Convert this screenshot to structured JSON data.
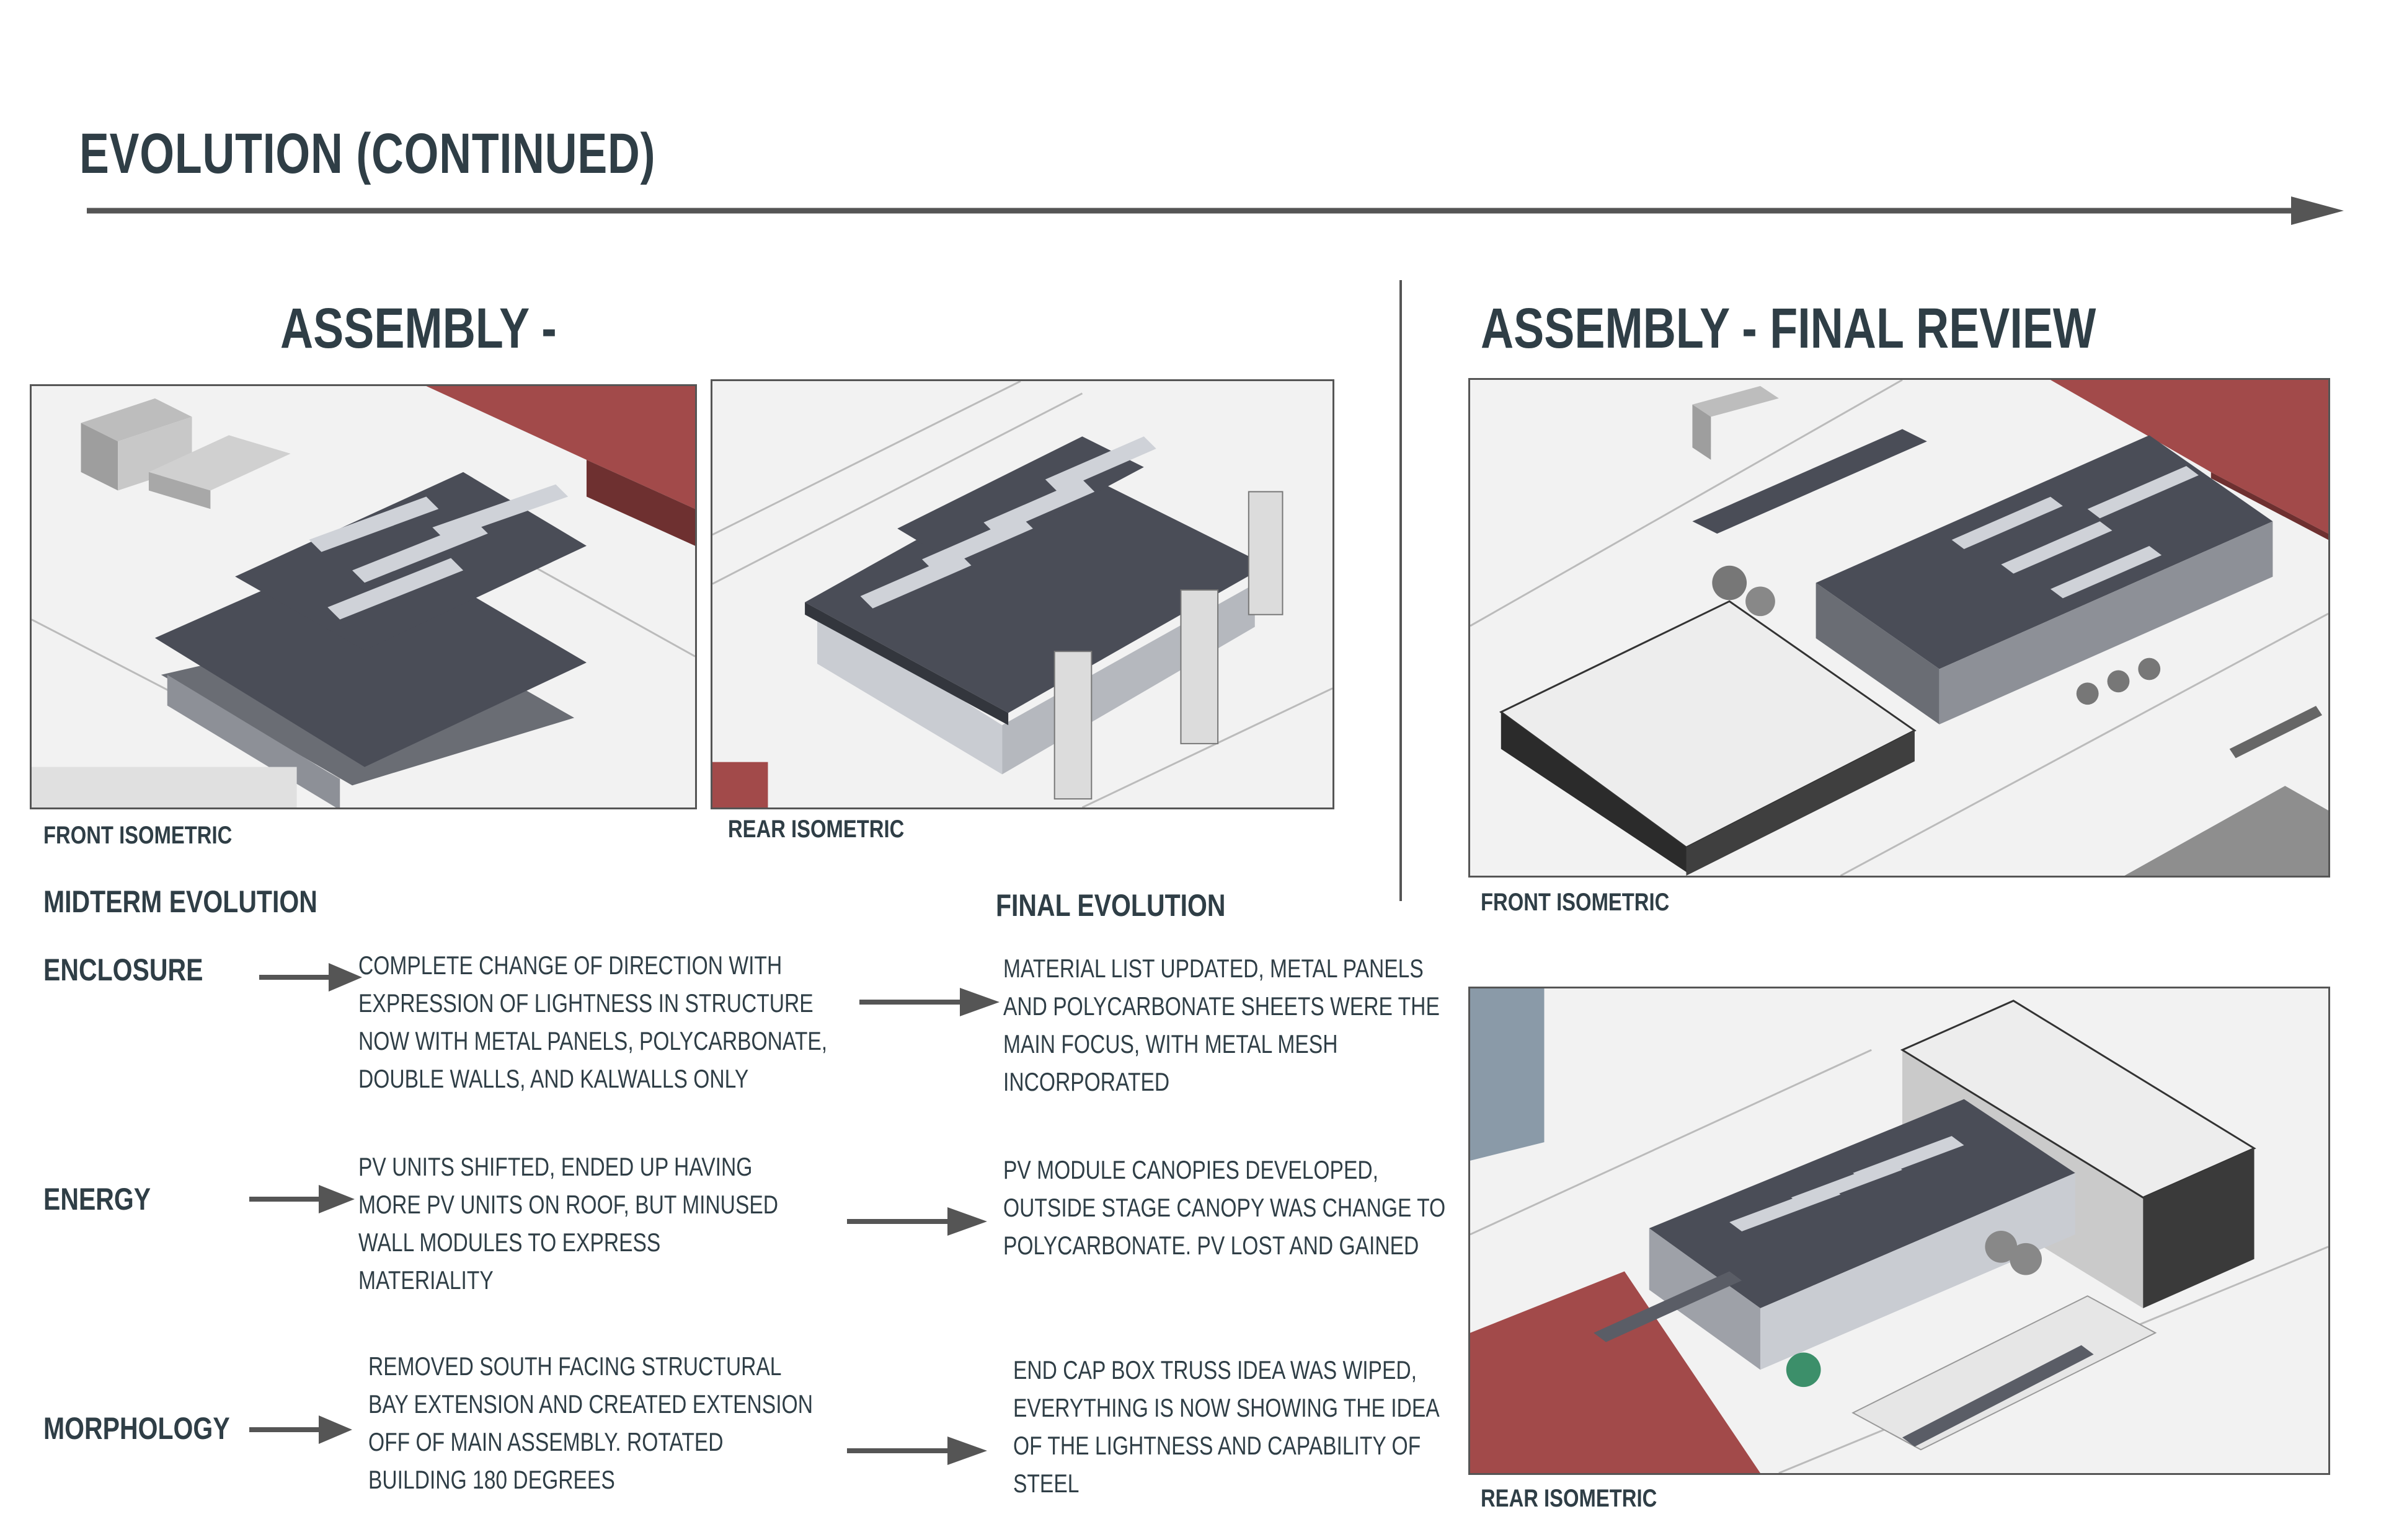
{
  "page_title": "EVOLUTION (CONTINUED)",
  "left_section": {
    "title": "ASSEMBLY -",
    "front_caption": "FRONT ISOMETRIC",
    "rear_caption": "REAR ISOMETRIC"
  },
  "right_section": {
    "title": "ASSEMBLY - FINAL REVIEW",
    "front_caption": "FRONT ISOMETRIC",
    "rear_caption": "REAR ISOMETRIC"
  },
  "midterm_heading": "MIDTERM EVOLUTION",
  "final_heading": "FINAL EVOLUTION",
  "rows": [
    {
      "category": "ENCLOSURE",
      "midterm": "COMPLETE CHANGE OF DIRECTION WITH\nEXPRESSION OF LIGHTNESS IN STRUCTURE\nNOW WITH METAL PANELS, POLYCARBONATE,\nDOUBLE WALLS, AND KALWALLS ONLY",
      "final": "MATERIAL LIST UPDATED, METAL PANELS\nAND POLYCARBONATE SHEETS WERE THE\nMAIN FOCUS, WITH METAL MESH\nINCORPORATED"
    },
    {
      "category": "ENERGY",
      "midterm": "PV UNITS SHIFTED, ENDED UP HAVING\nMORE PV UNITS ON ROOF, BUT MINUSED\nWALL MODULES TO EXPRESS\nMATERIALITY",
      "final": "PV MODULE CANOPIES DEVELOPED,\nOUTSIDE STAGE CANOPY WAS CHANGE TO\nPOLYCARBONATE. PV LOST AND GAINED"
    },
    {
      "category": "MORPHOLOGY",
      "midterm": "REMOVED SOUTH FACING STRUCTURAL\nBAY EXTENSION AND CREATED EXTENSION\nOFF OF MAIN ASSEMBLY. ROTATED\nBUILDING 180 DEGREES",
      "final": "END CAP BOX TRUSS IDEA WAS WIPED,\nEVERYTHING IS NOW SHOWING THE IDEA\nOF THE LIGHTNESS AND CAPABILITY OF\nSTEEL"
    }
  ],
  "colors": {
    "text": "#2f3e46",
    "arrow": "#555555",
    "roof": "#4a4d57",
    "brick": "#a24a4a",
    "ground": "#f4f4f4"
  }
}
